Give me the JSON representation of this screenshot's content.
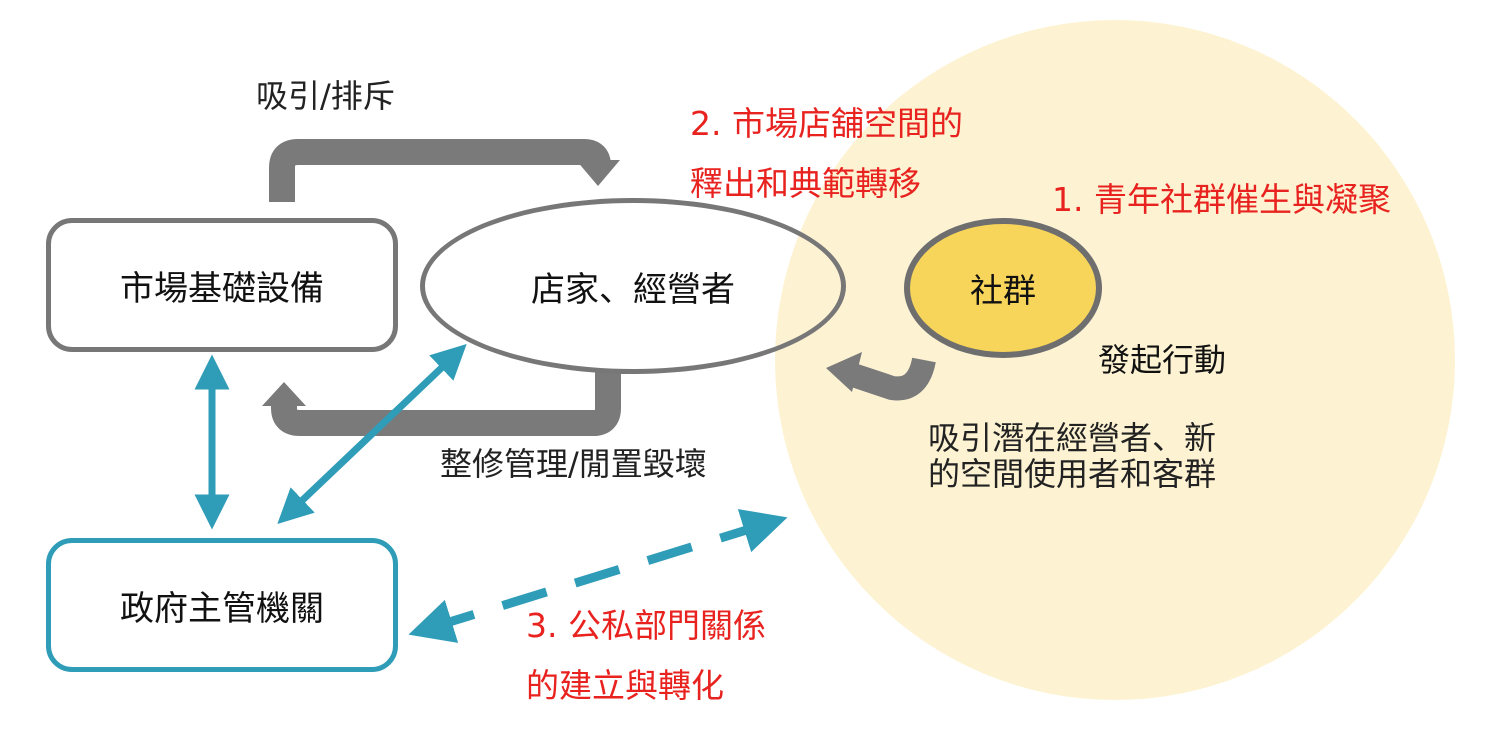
{
  "colors": {
    "gray_arrow": "#7a7a7a",
    "blue_arrow": "#2f9cb8",
    "halo": "#fdf3d3",
    "community_fill": "#f7d45a",
    "red_text": "#e8231f"
  },
  "nodes": {
    "market_infrastructure": "市場基礎設備",
    "shop_operators": "店家、經營者",
    "government_agency": "政府主管機關",
    "community": "社群"
  },
  "labels": {
    "attract_repel": "吸引/排斥",
    "renovation": "整修管理/閒置毀壞",
    "initiate_action": "發起行動",
    "attract_new": [
      "吸引潛在經營者、新",
      "的空間使用者和客群"
    ]
  },
  "annotations": {
    "youth_community": "1. 青年社群催生與凝聚",
    "space_release": [
      "2. 市場店舖空間的",
      "釋出和典範轉移"
    ],
    "public_private": [
      "3. 公私部門關係",
      "的建立與轉化"
    ]
  }
}
